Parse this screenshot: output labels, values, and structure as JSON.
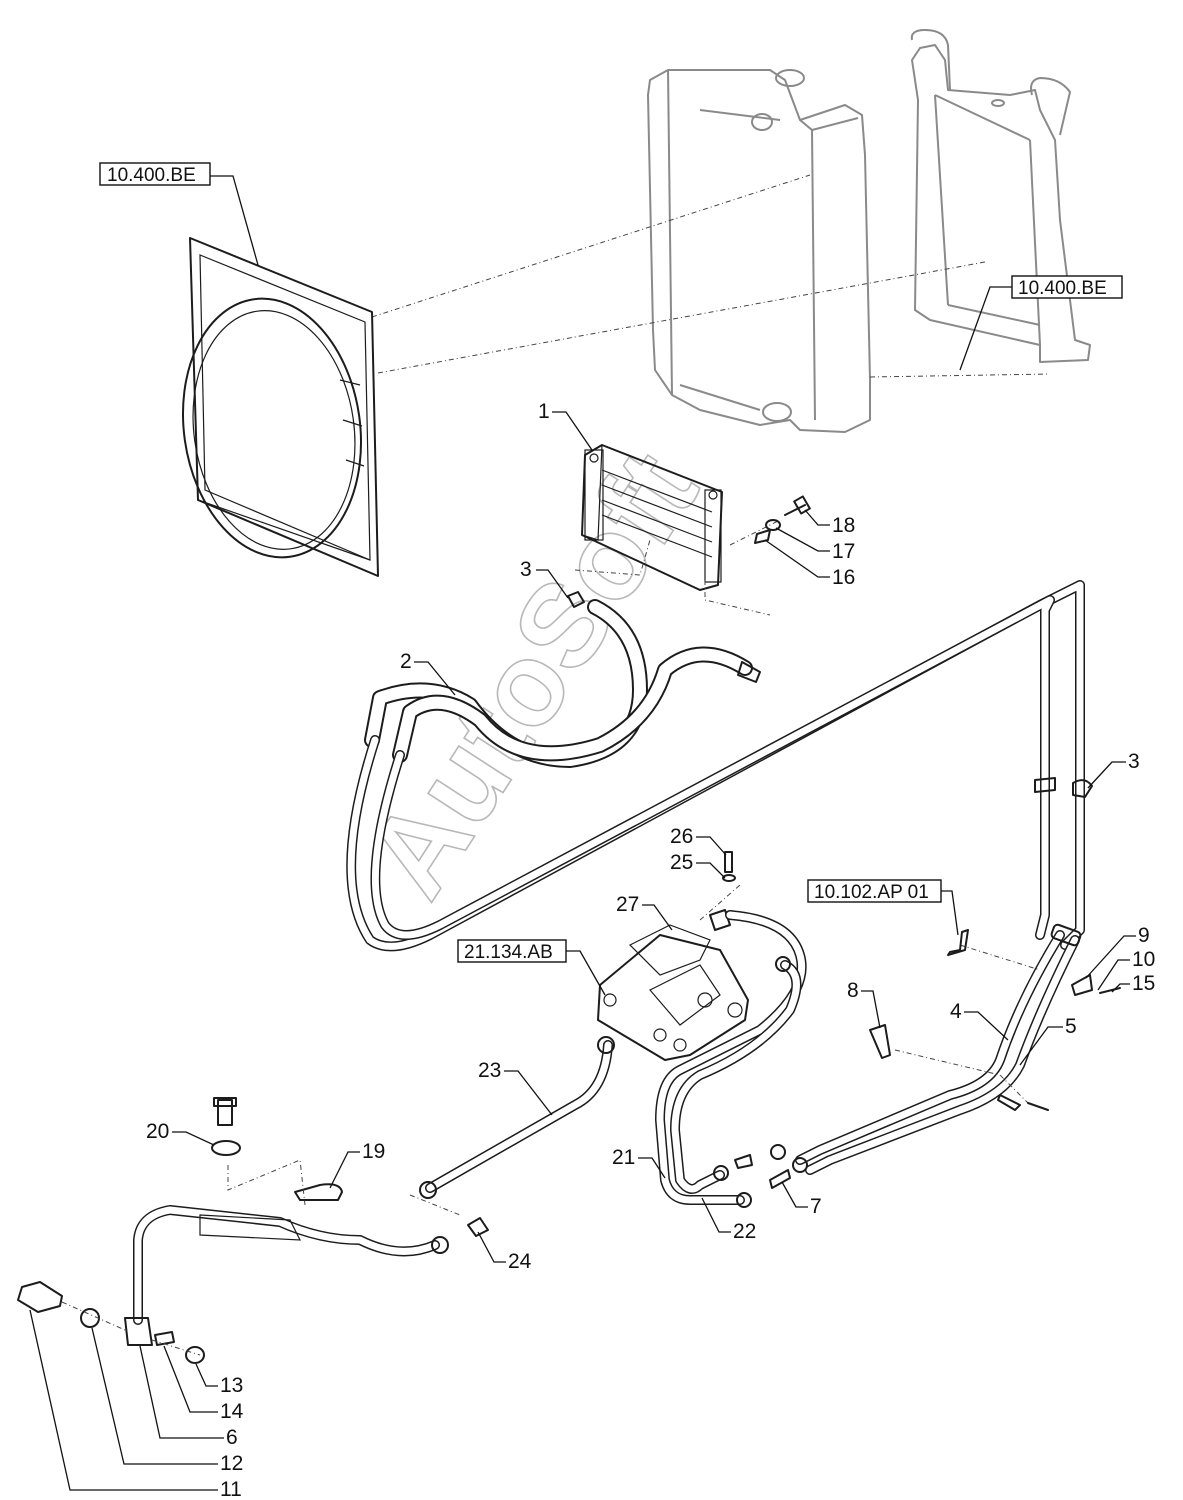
{
  "watermark": "AutoSoft",
  "references": [
    {
      "id": "ref-fan-shroud",
      "text": "10.400.BE"
    },
    {
      "id": "ref-radiator",
      "text": "10.400.BE"
    },
    {
      "id": "ref-valve",
      "text": "21.134.AB"
    },
    {
      "id": "ref-bracket",
      "text": "10.102.AP 01"
    }
  ],
  "callouts": {
    "c1": "1",
    "c2": "2",
    "c3a": "3",
    "c3b": "3",
    "c4": "4",
    "c5": "5",
    "c6": "6",
    "c7": "7",
    "c8": "8",
    "c9": "9",
    "c10": "10",
    "c11": "11",
    "c12": "12",
    "c13": "13",
    "c14": "14",
    "c15": "15",
    "c16": "16",
    "c17": "17",
    "c18": "18",
    "c19": "19",
    "c20": "20",
    "c21": "21",
    "c22": "22",
    "c23": "23",
    "c24": "24",
    "c25": "25",
    "c26": "26",
    "c27": "27"
  }
}
